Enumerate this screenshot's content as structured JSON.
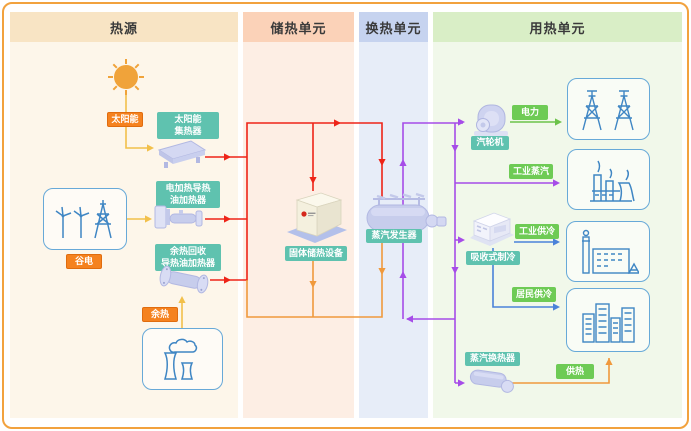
{
  "columns": [
    {
      "title": "热源"
    },
    {
      "title": "储热单元"
    },
    {
      "title": "换热单元"
    },
    {
      "title": "用热单元"
    }
  ],
  "labels": {
    "solar_flow": "太阳能",
    "solar_collector": "太阳能\n集热器",
    "electric_heater": "电加热导热\n油加热器",
    "valley_power": "谷电",
    "waste_heat_heater": "余热回收\n导热油加热器",
    "waste_heat_flow": "余热",
    "storage_device": "固体储热设备",
    "steam_generator": "蒸汽发生器",
    "turbine": "汽轮机",
    "electricity": "电力",
    "industrial_steam": "工业蒸汽",
    "chiller": "吸收式制冷",
    "industrial_cooling": "工业供冷",
    "residential_cooling": "居民供冷",
    "steam_exchanger": "蒸汽换热器",
    "heating": "供热"
  },
  "colors": {
    "hot_oil_line": "#ee2418",
    "return_oil_line": "#f0993c",
    "energy_input_line": "#f2c04b",
    "steam_line": "#a64ce8",
    "power_line": "#6cc24a",
    "cooling_line": "#4a82d9",
    "equipment_label_bg": "#5fc2af",
    "flow_label_bg": "#f5821f",
    "output_label_bg": "#6ecb55",
    "frame_border": "#f2a23e",
    "node_box_border": "#67a9d8"
  }
}
